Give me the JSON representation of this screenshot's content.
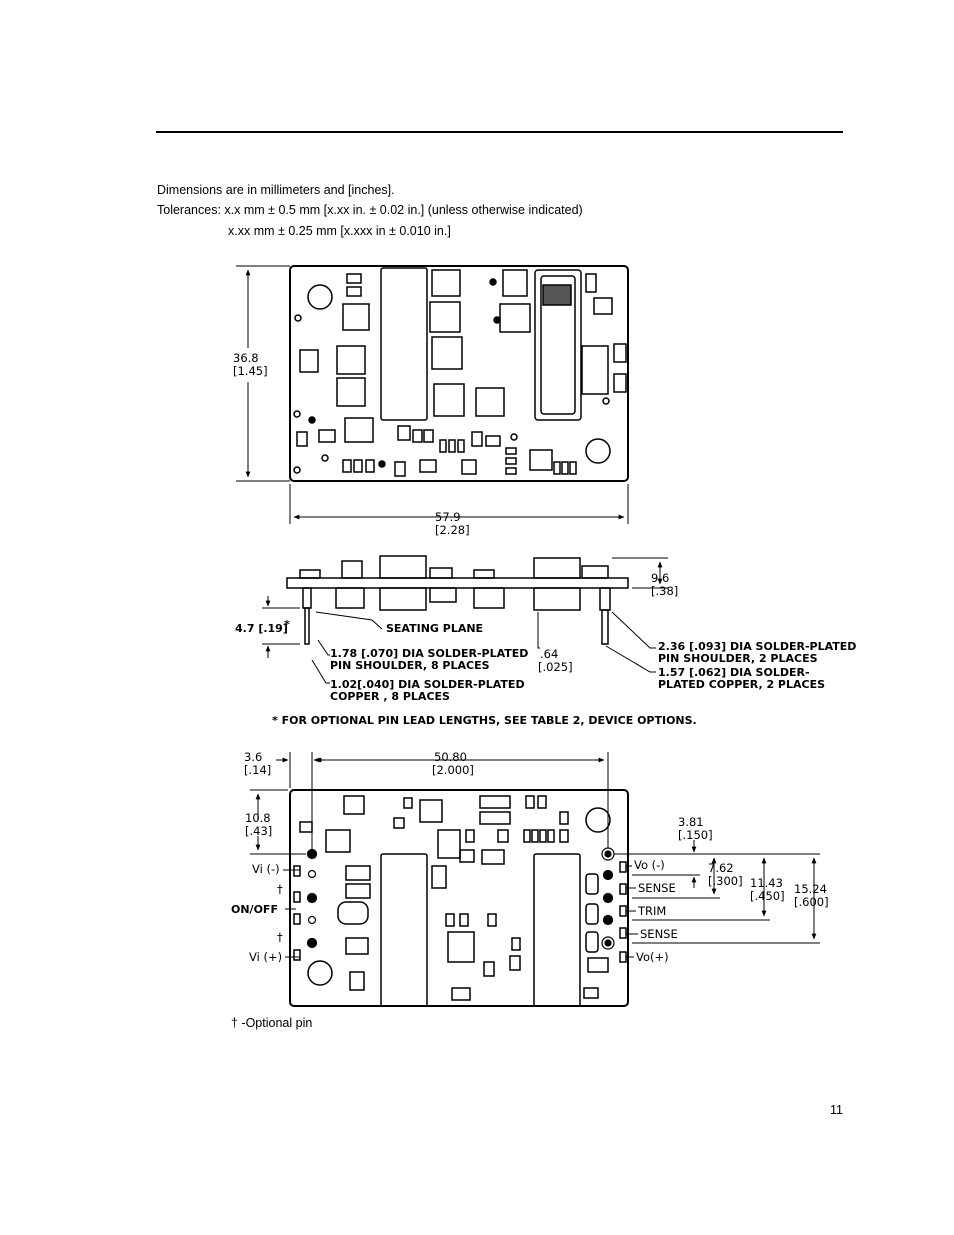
{
  "notes": {
    "line1": "Dimensions are in millimeters and [inches].",
    "line2": "Tolerances: x.x mm ± 0.5 mm [x.xx in. ± 0.02 in.] (unless otherwise indicated)",
    "line3": "x.xx mm ± 0.25 mm [x.xxx in ± 0.010 in.]"
  },
  "top_view": {
    "height_mm": "36.8",
    "height_in": "[1.45]",
    "width_mm": "57.9",
    "width_in": "[2.28]"
  },
  "side_view": {
    "height_mm": "9.6",
    "height_in": "[.38]",
    "pin_len": "4.7 [.19]",
    "pin_len_mark": "*",
    "seating_plane": "SEATING PLANE",
    "small_shoulder_1": "1.78 [.070] DIA SOLDER-PLATED",
    "small_shoulder_2": "PIN SHOULDER, 8 PLACES",
    "small_copper_1": "1.02[.040] DIA SOLDER-PLATED",
    "small_copper_2": "COPPER , 8 PLACES",
    "pin_offset_mm": ".64",
    "pin_offset_in": "[.025]",
    "large_shoulder_1": "2.36 [.093] DIA SOLDER-PLATED",
    "large_shoulder_2": "PIN SHOULDER, 2 PLACES",
    "large_copper_1": "1.57 [.062] DIA SOLDER-",
    "large_copper_2": "PLATED COPPER, 2 PLACES",
    "footnote": "* FOR OPTIONAL PIN LEAD LENGTHS, SEE TABLE 2, DEVICE OPTIONS."
  },
  "bottom_view": {
    "d1_mm": "3.6",
    "d1_in": "[.14]",
    "d2_mm": "50.80",
    "d2_in": "[2.000]",
    "d3_mm": "10.8",
    "d3_in": "[.43]",
    "d4_mm": "3.81",
    "d4_in": "[.150]",
    "d5_mm": "7.62",
    "d5_in": "[.300]",
    "d6_mm": "11.43",
    "d6_in": "[.450]",
    "d7_mm": "15.24",
    "d7_in": "[.600]",
    "pins_left": {
      "vi_minus": "Vi (-)",
      "opt1": "†",
      "on_off": "ON/OFF",
      "opt2": "†",
      "vi_plus": "Vi (+)"
    },
    "pins_right": {
      "vo_minus": "Vo (-)",
      "sense1": "SENSE",
      "trim": "TRIM",
      "sense2": "SENSE",
      "vo_plus": "Vo(+)"
    }
  },
  "optional_pin_note": "† -Optional pin",
  "page_number": "11"
}
